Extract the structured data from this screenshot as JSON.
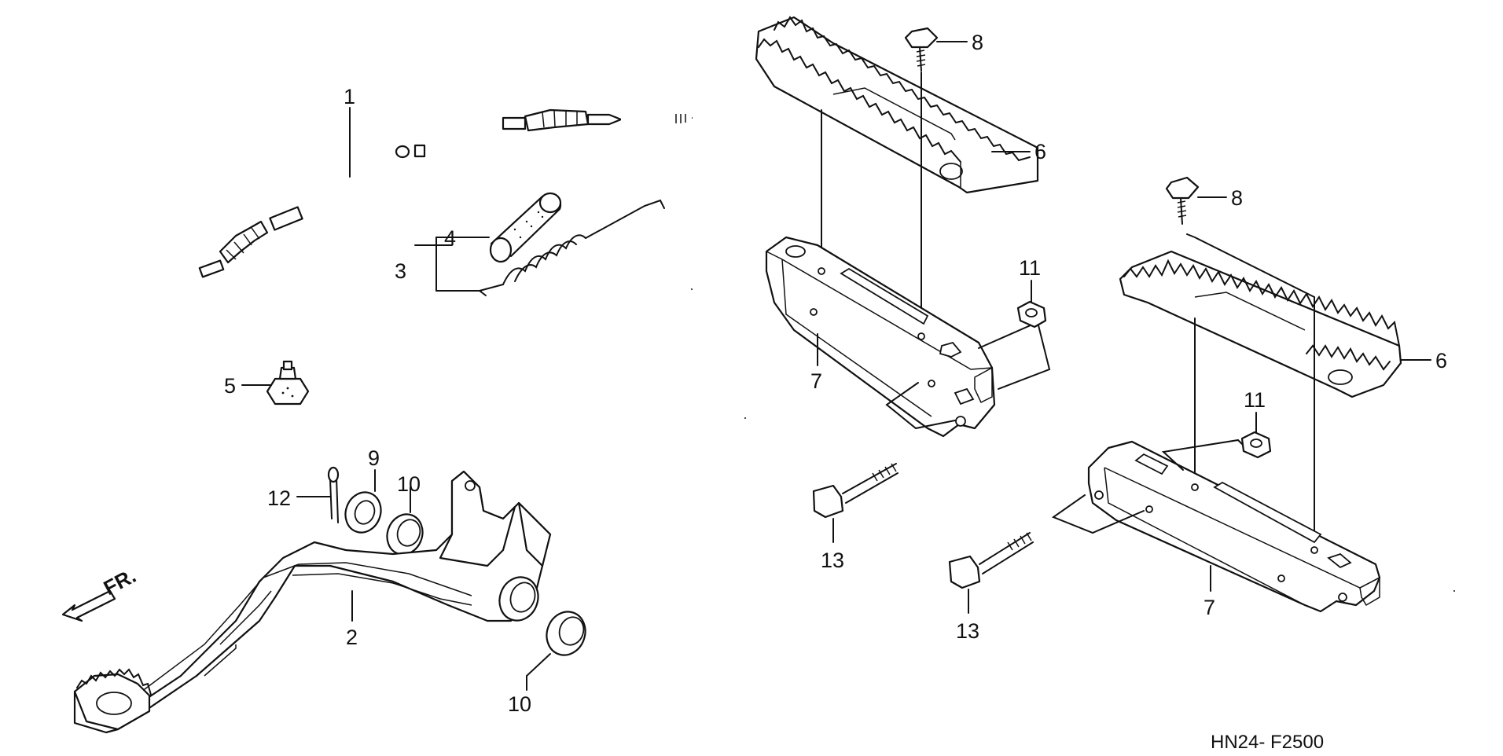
{
  "diagram": {
    "code": "HN24- F2500",
    "front_label": "FR.",
    "callouts": [
      "1",
      "2",
      "3",
      "4",
      "5",
      "6",
      "6",
      "7",
      "7",
      "8",
      "8",
      "9",
      "10",
      "10",
      "11",
      "11",
      "12",
      "13",
      "13"
    ]
  }
}
